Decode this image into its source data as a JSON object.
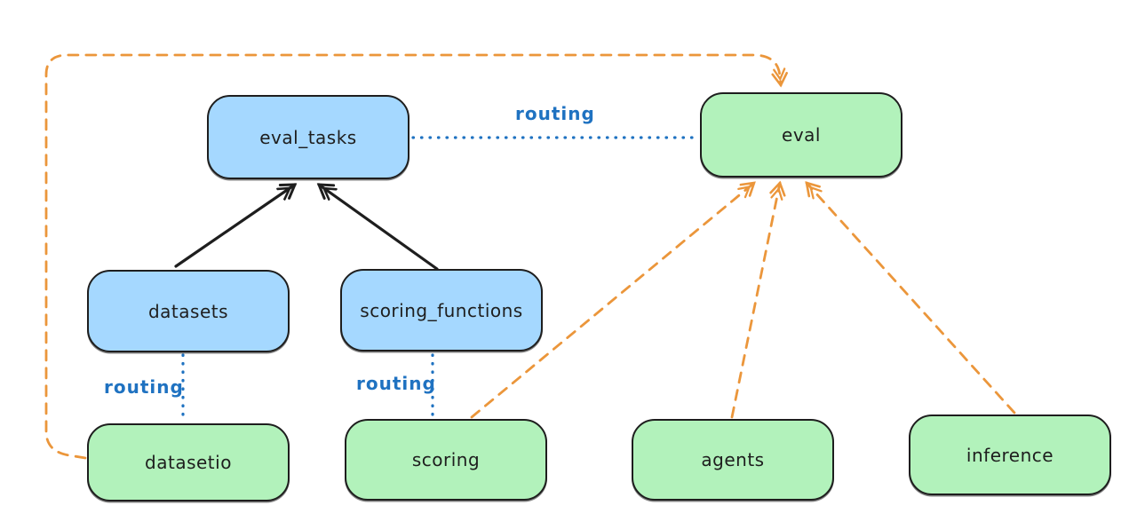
{
  "colors": {
    "background": "#ffffff",
    "node_stroke": "#1e1e1e",
    "blue_node_fill": "#a5d8ff",
    "green_node_fill": "#b2f2bb",
    "black_arrow": "#1e1e1e",
    "routing_blue": "#1f72c1",
    "orange_dashed": "#eb963b"
  },
  "nodes": [
    {
      "id": "eval_tasks",
      "label": "eval_tasks",
      "fill": "blue"
    },
    {
      "id": "eval",
      "label": "eval",
      "fill": "green"
    },
    {
      "id": "datasets",
      "label": "datasets",
      "fill": "blue"
    },
    {
      "id": "scoring_functions",
      "label": "scoring_functions",
      "fill": "blue"
    },
    {
      "id": "datasetio",
      "label": "datasetio",
      "fill": "green"
    },
    {
      "id": "scoring",
      "label": "scoring",
      "fill": "green"
    },
    {
      "id": "agents",
      "label": "agents",
      "fill": "green"
    },
    {
      "id": "inference",
      "label": "inference",
      "fill": "green"
    }
  ],
  "edge_labels": [
    {
      "id": "routing-eval_tasks-eval",
      "text": "routing"
    },
    {
      "id": "routing-datasets-datasetio",
      "text": "routing"
    },
    {
      "id": "routing-scoring_functions-scoring",
      "text": "routing"
    }
  ],
  "edges": [
    {
      "from": "datasets",
      "to": "eval_tasks",
      "style": "solid-black-arrow"
    },
    {
      "from": "scoring_functions",
      "to": "eval_tasks",
      "style": "solid-black-arrow"
    },
    {
      "from": "eval_tasks",
      "to": "eval",
      "style": "dotted-blue",
      "label": "routing"
    },
    {
      "from": "datasets",
      "to": "datasetio",
      "style": "dotted-blue",
      "label": "routing"
    },
    {
      "from": "scoring_functions",
      "to": "scoring",
      "style": "dotted-blue",
      "label": "routing"
    },
    {
      "from": "datasetio",
      "to": "eval",
      "style": "dashed-orange-arrow",
      "route": "around-left-and-top"
    },
    {
      "from": "scoring",
      "to": "eval",
      "style": "dashed-orange-arrow"
    },
    {
      "from": "agents",
      "to": "eval",
      "style": "dashed-orange-arrow"
    },
    {
      "from": "inference",
      "to": "eval",
      "style": "dashed-orange-arrow"
    }
  ]
}
